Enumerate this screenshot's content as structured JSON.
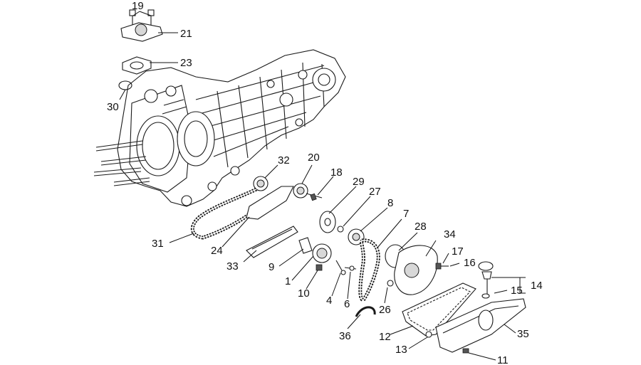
{
  "labels": {
    "p19": "19",
    "p21": "21",
    "p23": "23",
    "p30": "30",
    "p32": "32",
    "p20": "20",
    "p18": "18",
    "p29": "29",
    "p27": "27",
    "p8": "8",
    "p7": "7",
    "p28": "28",
    "p34": "34",
    "p17": "17",
    "p16": "16",
    "p14": "14",
    "p15": "15",
    "p31": "31",
    "p24": "24",
    "p33": "33",
    "p9": "9",
    "p1": "1",
    "p10": "10",
    "p4": "4",
    "p6": "6",
    "p26": "26",
    "p36": "36",
    "p12": "12",
    "p13": "13",
    "p35": "35",
    "p11": "11"
  }
}
